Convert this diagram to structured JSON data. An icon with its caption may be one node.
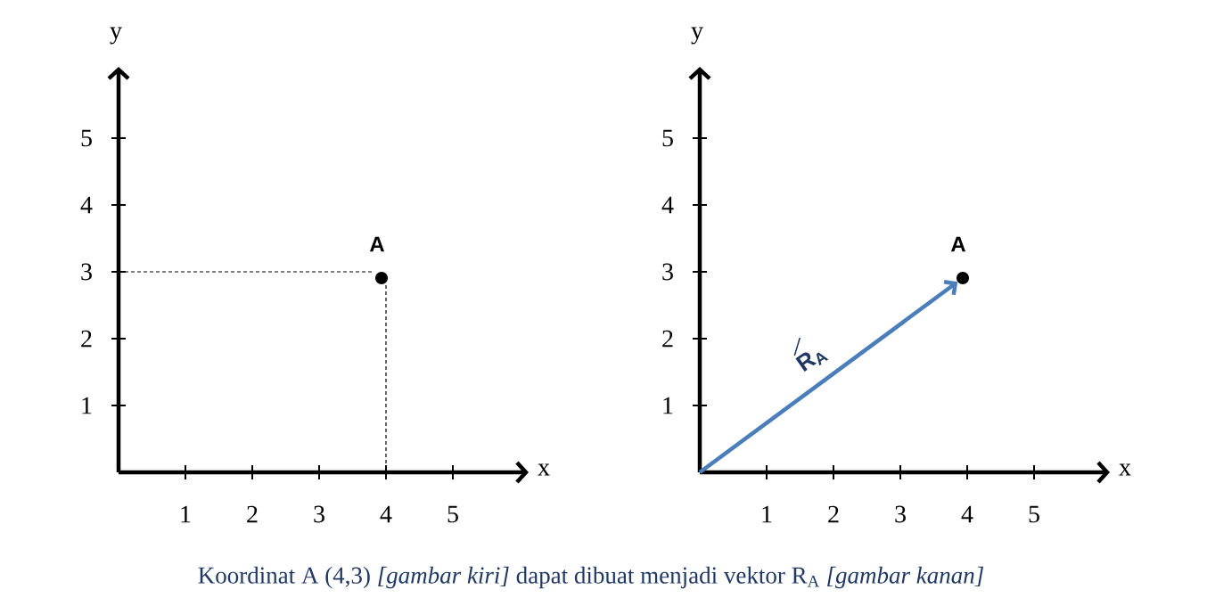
{
  "diagram": {
    "caption": "Koordinat A (4,3) *[gambar kiri]* dapat dibuat menjadi vektor R$_{A}$ *[gambar kanan]*",
    "nodes": [
      {
        "text": [
          "A"
        ]
      },
      {
        "text": [
          "A"
        ]
      }
    ],
    "edges": [
      {
        "from": null,
        "to": 1,
        "arrow": "to",
        "label": "R$_{A}$",
        "color": "#4a7ebb"
      }
    ],
    "labels": [
      "y",
      "5",
      "4",
      "3",
      "2",
      "1",
      "x",
      "1",
      "2",
      "3",
      "4",
      "5",
      "y",
      "5",
      "4",
      "3",
      "2",
      "1",
      "x",
      "1",
      "2",
      "3",
      "4",
      "5"
    ]
  }
}
